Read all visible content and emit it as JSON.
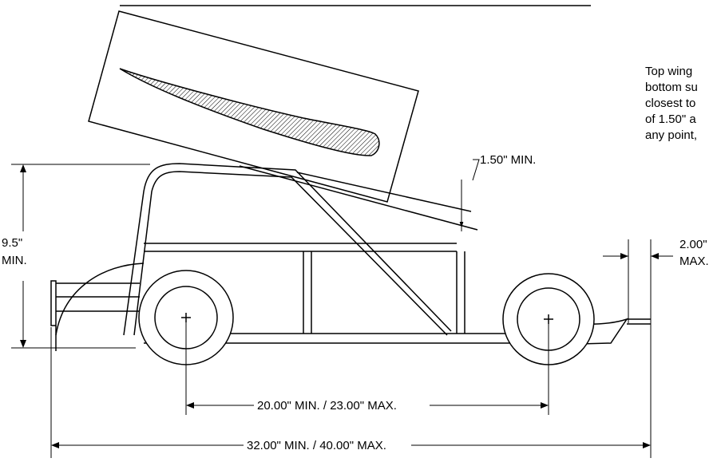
{
  "labels": {
    "wing_clearance": "1.50\" MIN.",
    "height_line1": "9.5\"",
    "height_line2": "MIN.",
    "overhang_line1": "2.00\"",
    "overhang_line2": "MAX.",
    "wheelbase": "20.00\" MIN. / 23.00\" MAX.",
    "overall_length": "32.00\" MIN. / 40.00\" MAX."
  },
  "note": {
    "lines": [
      "Top wing",
      "bottom su",
      "closest to",
      "of 1.50\" a",
      "any point,"
    ]
  }
}
